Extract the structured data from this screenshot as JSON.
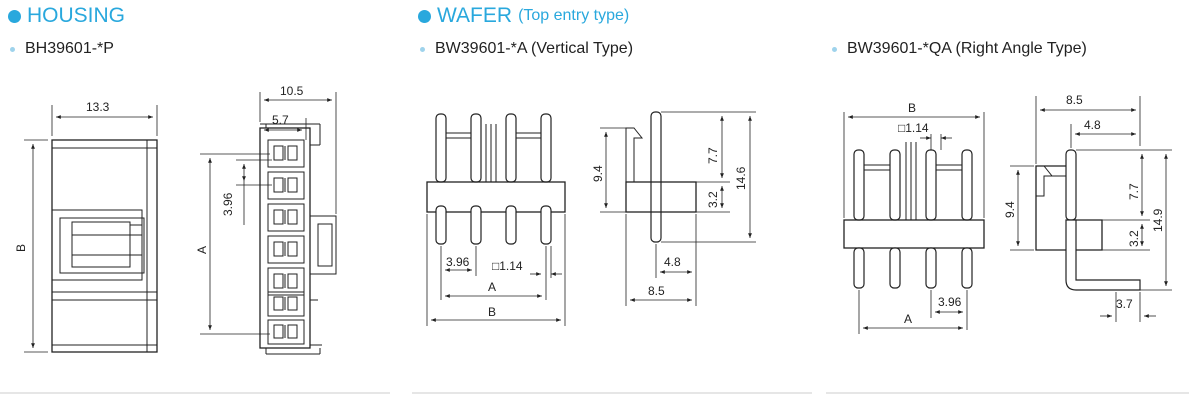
{
  "colors": {
    "accent": "#29a8dd",
    "bullet": "#9fd3ec",
    "ink": "#222222"
  },
  "sections": {
    "housing": {
      "title": "HOUSING",
      "part": "BH39601-*P"
    },
    "wafer": {
      "title": "WAFER",
      "subtitle": "(Top entry type)",
      "part_vertical": "BW39601-*A (Vertical Type)",
      "part_right": "BW39601-*QA (Right Angle Type)"
    }
  },
  "labels": {
    "h_13_3": "13.3",
    "h_B": "B",
    "h_10_5": "10.5",
    "h_5_7": "5.7",
    "h_3_96": "3.96",
    "h_A": "A",
    "v_3_96": "3.96",
    "v_sq": "□1.14",
    "v_A": "A",
    "v_B": "B",
    "v_9_4": "9.4",
    "v_7_7": "7.7",
    "v_3_2": "3.2",
    "v_14_6": "14.6",
    "v_4_8": "4.8",
    "v_8_5": "8.5",
    "r_B": "B",
    "r_sq": "□1.14",
    "r_3_96": "3.96",
    "r_A": "A",
    "r_8_5": "8.5",
    "r_4_8": "4.8",
    "r_9_4": "9.4",
    "r_7_7": "7.7",
    "r_3_2": "3.2",
    "r_14_9": "14.9",
    "r_3_7": "3.7"
  }
}
